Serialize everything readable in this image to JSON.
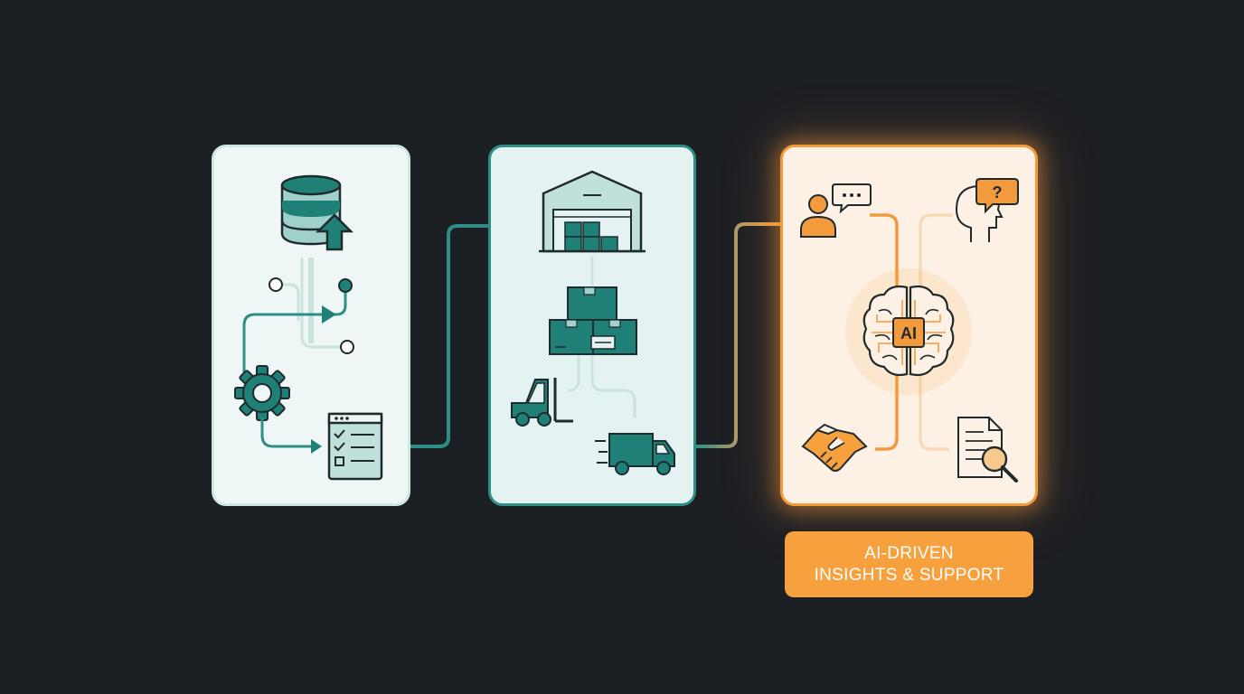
{
  "badge": {
    "line1": "AI-DRIVEN",
    "line2": "INSIGHTS & SUPPORT"
  },
  "ai_chip": {
    "text": "AI"
  },
  "help_bubble": {
    "text": "?"
  },
  "colors": {
    "background": "#1c1f24",
    "teal": "#1f8078",
    "teal_light": "#bfe0db",
    "orange": "#f39a3c",
    "orange_light": "#f7c98f"
  },
  "panels": [
    {
      "icons": [
        "database-upload-icon",
        "branching-flow-icon",
        "gear-icon",
        "checklist-icon"
      ]
    },
    {
      "icons": [
        "warehouse-icon",
        "boxes-icon",
        "forklift-icon",
        "delivery-truck-icon"
      ]
    },
    {
      "icons": [
        "user-chat-icon",
        "head-question-icon",
        "ai-brain-icon",
        "handshake-icon",
        "document-search-icon"
      ]
    }
  ]
}
